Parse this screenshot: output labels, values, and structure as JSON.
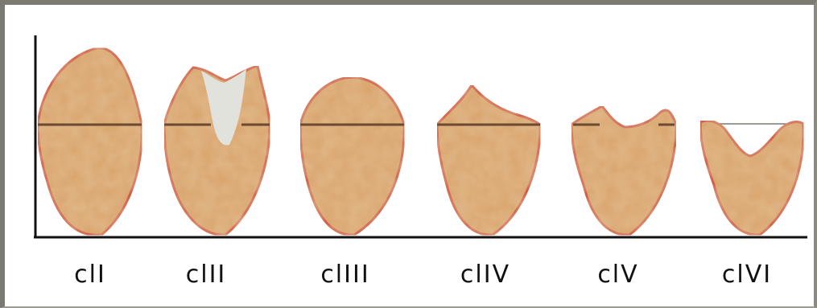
{
  "diagram": {
    "classes": [
      {
        "id": "cI",
        "label": "clI"
      },
      {
        "id": "cII",
        "label": "clII"
      },
      {
        "id": "cIII",
        "label": "clIII"
      },
      {
        "id": "cIV",
        "label": "clIV"
      },
      {
        "id": "cV",
        "label": "clV"
      },
      {
        "id": "cVI",
        "label": "clVI"
      }
    ],
    "colors": {
      "fill": "#d9a36a",
      "fill_mottle": "#c8925a",
      "outline": "#d0463a",
      "midline": "#6b4a30",
      "axis": "#111111",
      "notch": "#e2e2dc",
      "label_text": "#111111"
    }
  }
}
